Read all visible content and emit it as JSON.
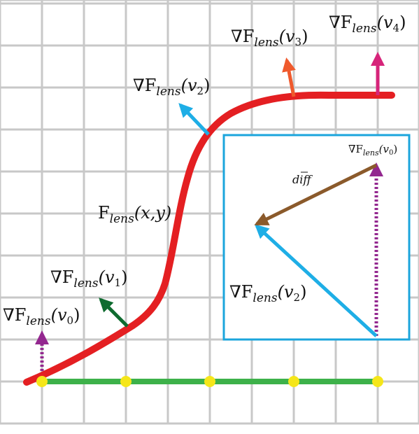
{
  "diagram": {
    "grad_symbol": "∇",
    "func_letter": "F",
    "subscript": "lens",
    "labels": {
      "curve": {
        "args": "(x,y)"
      },
      "v0": {
        "args": "(v",
        "index": "0",
        "close": ")"
      },
      "v1": {
        "args": "(v",
        "index": "1",
        "close": ")"
      },
      "v2": {
        "args": "(v",
        "index": "2",
        "close": ")"
      },
      "v3": {
        "args": "(v",
        "index": "3",
        "close": ")"
      },
      "v4": {
        "args": "(v",
        "index": "4",
        "close": ")"
      }
    },
    "inset": {
      "v0": {
        "args": "(v",
        "index": "0",
        "close": ")"
      },
      "v2": {
        "args": "(v",
        "index": "2",
        "close": ")"
      },
      "diff": "diff"
    }
  },
  "colors": {
    "grid": "#c8c8c8",
    "curve": "#e41f22",
    "baseline": "#3db14a",
    "sample_point": "#f5e61a",
    "v0": "#93278f",
    "v1": "#0e6b2f",
    "v2": "#1eaee6",
    "v3": "#ef5a2d",
    "v4": "#d6247a",
    "diff": "#8b5a2b",
    "inset_border": "#1ba5dc"
  }
}
